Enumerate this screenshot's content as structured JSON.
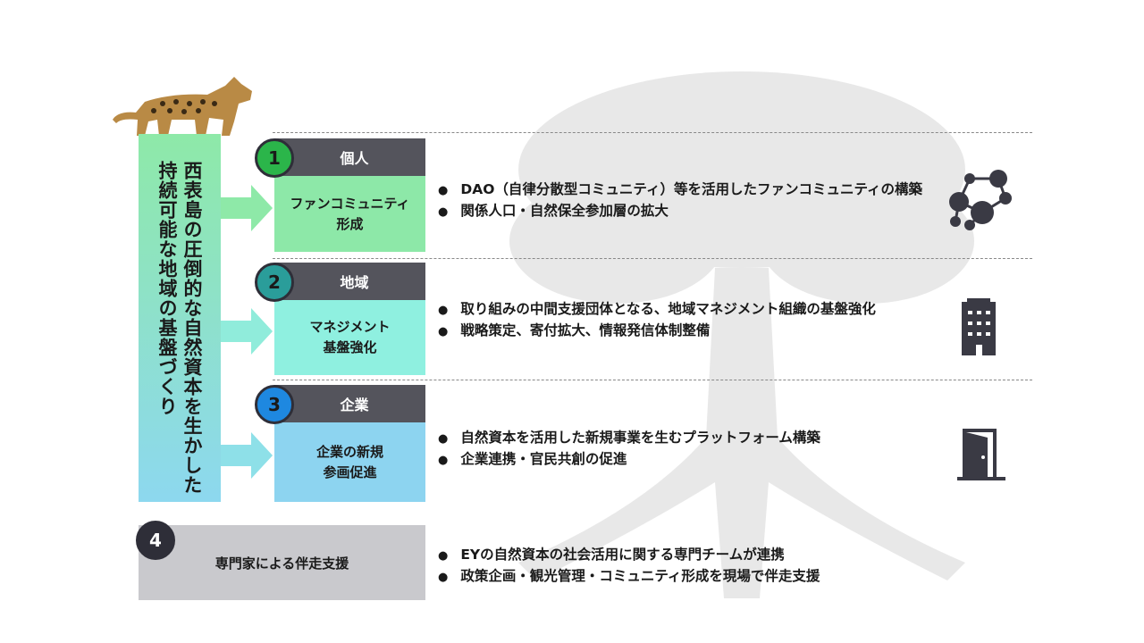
{
  "main_theme": {
    "line1": "西表島の圧倒的な自然資本を生かした",
    "line2": "持続可能な地域の基盤づくり"
  },
  "sections": [
    {
      "number": "1",
      "header": "個人",
      "title_l1": "ファンコミュニティ",
      "title_l2": "形成",
      "color": "#8de8a8",
      "num_color": "#2bb54a",
      "icon": "network-people-icon",
      "bullets": [
        "DAO（自律分散型コミュニティ）等を活用したファンコミュニティの構築",
        "関係人口・自然保全参加層の拡大"
      ]
    },
    {
      "number": "2",
      "header": "地域",
      "title_l1": "マネジメント",
      "title_l2": "基盤強化",
      "color": "#8ff0e0",
      "num_color": "#2a9d9a",
      "icon": "building-icon",
      "bullets": [
        "取り組みの中間支援団体となる、地域マネジメント組織の基盤強化",
        "戦略策定、寄付拡大、情報発信体制整備"
      ]
    },
    {
      "number": "3",
      "header": "企業",
      "title_l1": "企業の新規",
      "title_l2": "参画促進",
      "color": "#8dd4f0",
      "num_color": "#1e88e0",
      "icon": "open-door-icon",
      "bullets": [
        "自然資本を活用した新規事業を生むプラットフォーム構築",
        "企業連携・官民共創の促進"
      ]
    }
  ],
  "support": {
    "number": "4",
    "title": "専門家による伴走支援",
    "bullets": [
      "EYの自然資本の社会活用に関する専門チームが連携",
      "政策企画・観光管理・コミュニティ形成を現場で伴走支援"
    ]
  }
}
